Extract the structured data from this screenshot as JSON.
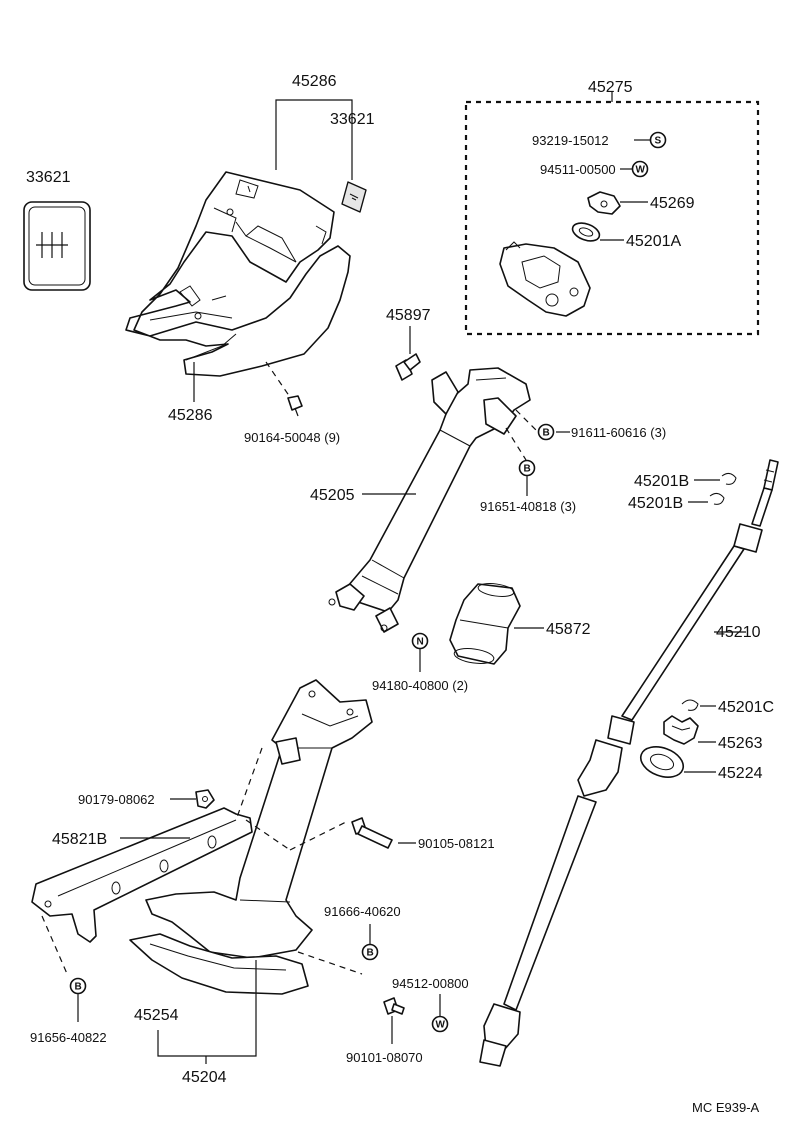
{
  "labels": {
    "p45286_top": "45286",
    "p33621_top": "33621",
    "p33621_left": "33621",
    "p45286_bottom": "45286",
    "p90164": "90164-50048 (9)",
    "p45275": "45275",
    "p93219": "93219-15012",
    "p94511": "94511-00500",
    "p45269": "45269",
    "p45201A": "45201A",
    "p45897": "45897",
    "p91611": "91611-60616 (3)",
    "p91651": "91651-40818 (3)",
    "p45205": "45205",
    "p45872": "45872",
    "p94180": "94180-40800 (2)",
    "p45201B_1": "45201B",
    "p45201B_2": "45201B",
    "p45210": "45210",
    "p45201C": "45201C",
    "p45263": "45263",
    "p45224": "45224",
    "p90179": "90179-08062",
    "p45821B": "45821B",
    "p90105": "90105-08121",
    "p91666": "91666-40620",
    "p94512": "94512-00800",
    "p45254": "45254",
    "p91656": "91656-40822",
    "p90101": "90101-08070",
    "p45204": "45204",
    "footer": "MC  E939-A"
  },
  "symbols": {
    "s": "S",
    "w": "W",
    "b": "B",
    "n": "N"
  },
  "icons": {
    "shift_pattern": "shift-pattern-icon",
    "h_badge": "h-badge-icon"
  }
}
